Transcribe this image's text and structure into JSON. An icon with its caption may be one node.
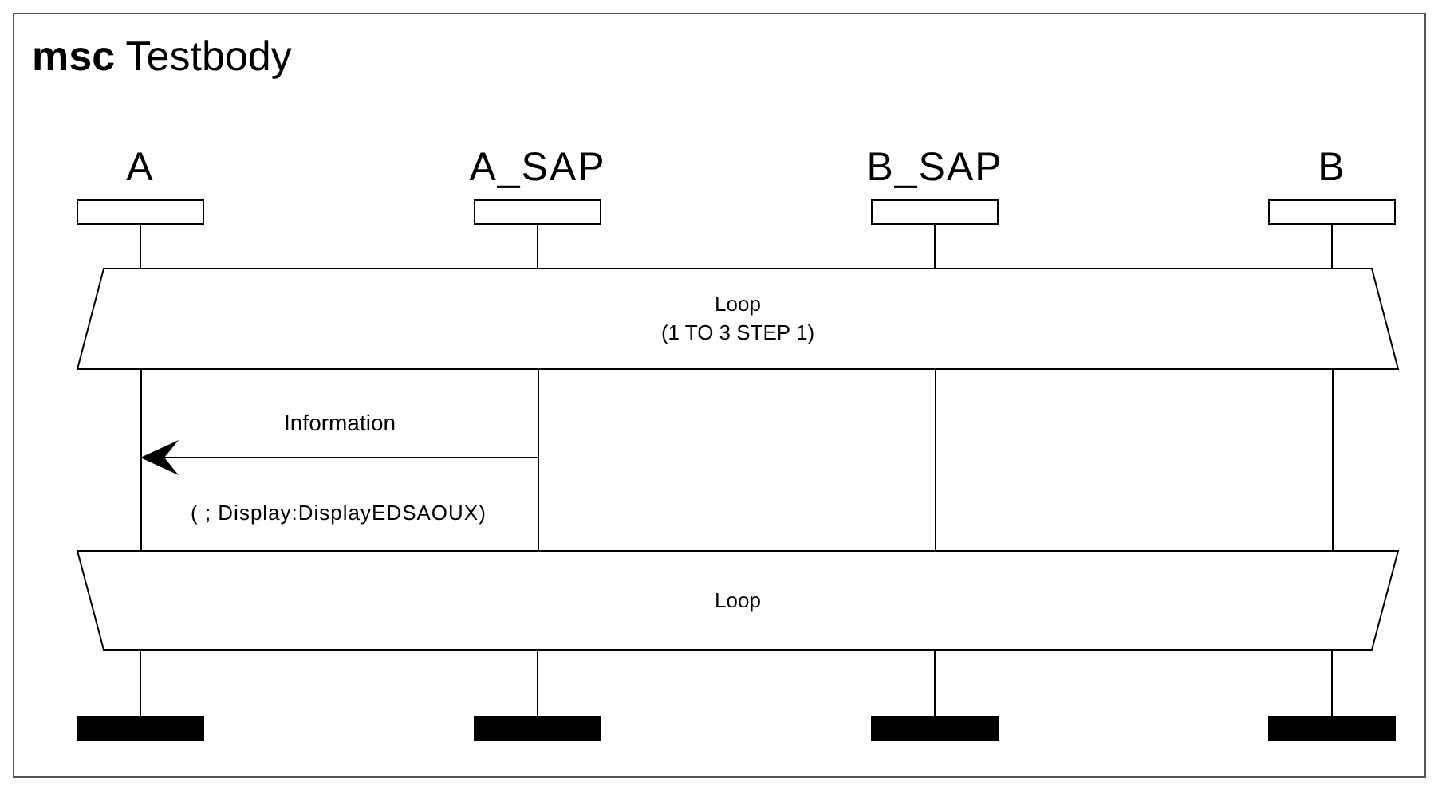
{
  "diagram": {
    "title": "**msc** Testbody",
    "nodes": [
      {
        "text": [
          "A"
        ]
      },
      {
        "text": [
          "A_SAP"
        ]
      },
      {
        "text": [
          "B_SAP"
        ]
      },
      {
        "text": [
          "B"
        ]
      },
      {
        "text": [
          "Loop",
          "(1 TO 3 STEP 1)"
        ]
      },
      {
        "text": [],
        "shape": "line"
      },
      {
        "text": [],
        "shape": "line"
      },
      {
        "text": [],
        "shape": "line"
      },
      {
        "text": [],
        "shape": "line"
      },
      {
        "text": [
          "Loop"
        ]
      },
      {
        "text": [],
        "shape": "bar"
      },
      {
        "text": [],
        "shape": "bar"
      },
      {
        "text": [],
        "shape": "bar"
      },
      {
        "text": [],
        "shape": "bar"
      }
    ],
    "edges": [
      {
        "from": 0,
        "to": 4,
        "arrow": "none"
      },
      {
        "from": 1,
        "to": 4,
        "arrow": "none"
      },
      {
        "from": 2,
        "to": 4,
        "arrow": "none"
      },
      {
        "from": 3,
        "to": 4,
        "arrow": "none"
      },
      {
        "from": 6,
        "to": 5,
        "arrow": "to",
        "label": "Information"
      },
      {
        "from": 9,
        "to": 10,
        "arrow": "none"
      },
      {
        "from": 9,
        "to": 11,
        "arrow": "none"
      },
      {
        "from": 9,
        "to": 12,
        "arrow": "none"
      },
      {
        "from": 9,
        "to": 13,
        "arrow": "none"
      }
    ],
    "labels": [
      "( ; Display:DisplayEDSAOUX)"
    ]
  }
}
